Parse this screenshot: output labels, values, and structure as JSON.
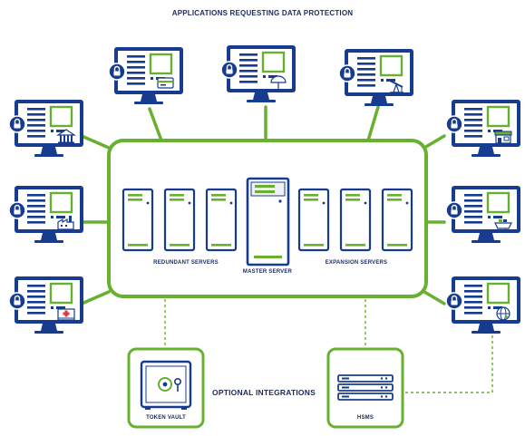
{
  "title": "APPLICATIONS REQUESTING DATA PROTECTION",
  "labels": {
    "redundant_servers": "REDUNDANT SERVERS",
    "master_server": "MASTER SERVER",
    "expansion_servers": "EXPANSION SERVERS",
    "optional_integrations": "OPTIONAL INTEGRATIONS",
    "token_vault": "TOKEN VAULT",
    "hsms": "HSMS"
  },
  "colors": {
    "navy": "#173c8f",
    "green": "#68b030",
    "white": "#ffffff",
    "text": "#1d2a5c"
  },
  "applications": [
    {
      "icon": "credit-card-icon"
    },
    {
      "icon": "umbrella-icon"
    },
    {
      "icon": "oil-pump-icon"
    },
    {
      "icon": "bank-icon"
    },
    {
      "icon": "storefront-icon"
    },
    {
      "icon": "factory-icon"
    },
    {
      "icon": "cargo-ship-icon"
    },
    {
      "icon": "hospital-icon"
    },
    {
      "icon": "globe-icon"
    }
  ]
}
